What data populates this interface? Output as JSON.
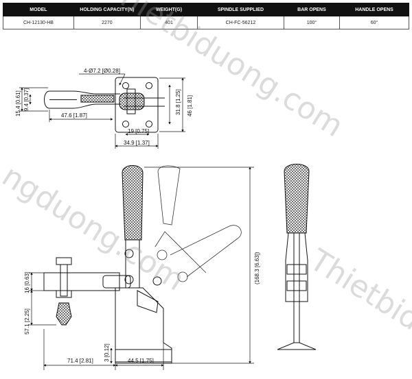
{
  "table": {
    "headers": [
      "MODEL",
      "HOLDING CAPACITY(N)",
      "WEIGHT(g)",
      "SPINDLE SUPPLIED",
      "BAR OPENS",
      "HANDLE OPENS"
    ],
    "row": [
      "CH-12130-HB",
      "2270",
      "401",
      "CH-FC-56212",
      "100°",
      "60°"
    ]
  },
  "top_view": {
    "holes": "4-Ø7.2 [Ø0.28]",
    "d_15_4": "15.4 [0.61]",
    "d_9_4": "9.4 [0.37]",
    "d_47_6": "47.6 [1.87]",
    "d_31_8": "31.8 [1.25]",
    "d_46": "46 [1.81]",
    "d_19": "19 [0.75]",
    "d_34_9": "34.9 [1.37]"
  },
  "side_view": {
    "d_16": "16 [0.63]",
    "d_57_1": "57.1 [2.25]",
    "d_3": "3 [0.12]",
    "d_71_4": "71.4 [2.81]",
    "d_44_5": "44.5 [1.75]",
    "d_168_3": "(168.3 [6.63])"
  },
  "watermark": {
    "w1": "Thietbiduong.com",
    "w2": "ngduong.com",
    "w3": "Thietbid"
  }
}
